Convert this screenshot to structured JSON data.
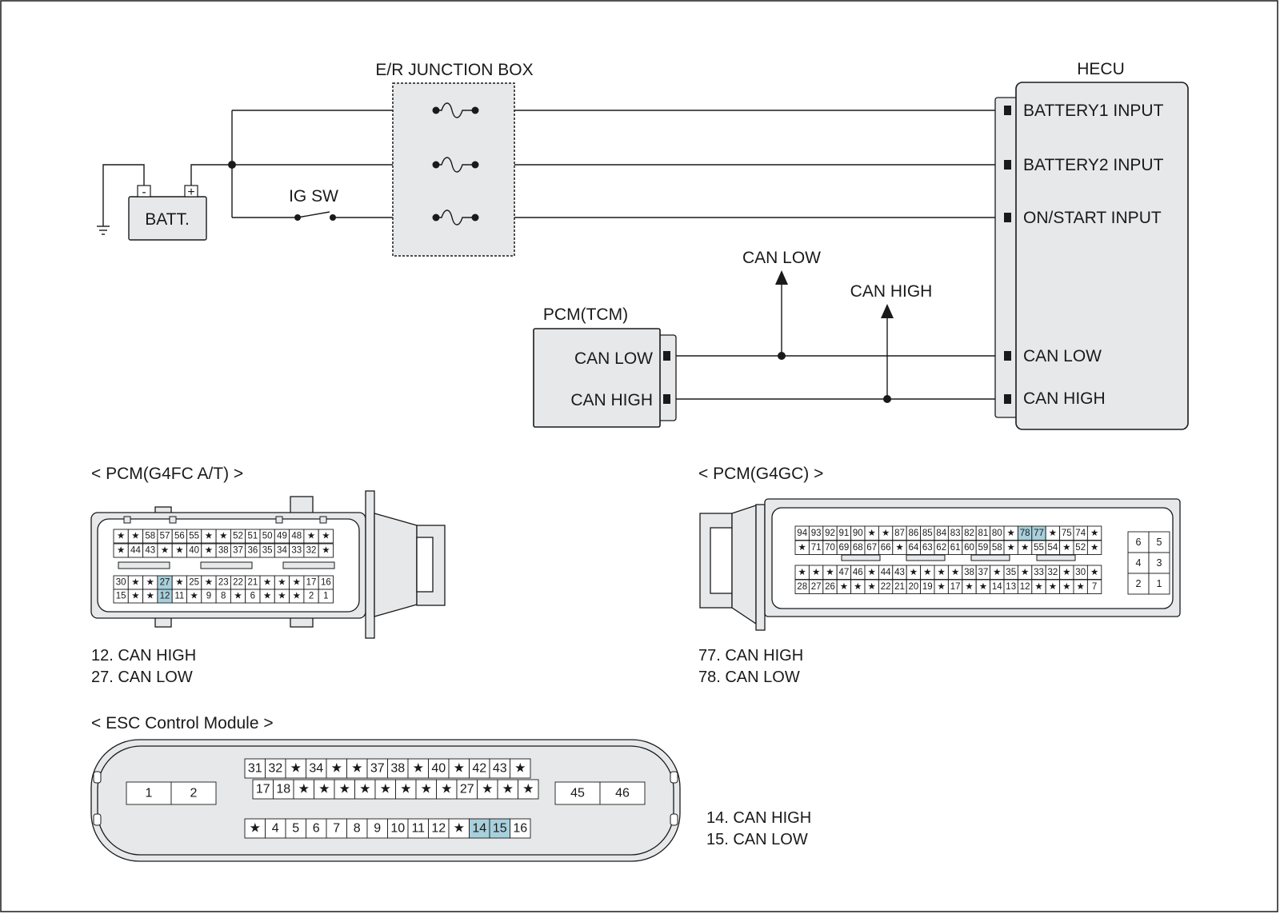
{
  "wiring": {
    "junction_box": "E/R JUNCTION BOX",
    "hecu": "HECU",
    "battery": "BATT.",
    "battery_minus": "-",
    "battery_plus": "+",
    "ig_switch": "IG SW",
    "pcm_tcm": "PCM(TCM)",
    "hecu_inputs": [
      "BATTERY1 INPUT",
      "BATTERY2 INPUT",
      "ON/START INPUT",
      "CAN LOW",
      "CAN HIGH"
    ],
    "pcm_pins": [
      "CAN LOW",
      "CAN HIGH"
    ],
    "branch_labels": [
      "CAN LOW",
      "CAN HIGH"
    ]
  },
  "connectors": {
    "g4fc": {
      "title": "< PCM(G4FC A/T) >",
      "rows": [
        [
          "★",
          "★",
          "58",
          "57",
          "56",
          "55",
          "★",
          "★",
          "52",
          "51",
          "50",
          "49",
          "48",
          "★",
          "★"
        ],
        [
          "★",
          "44",
          "43",
          "★",
          "★",
          "40",
          "★",
          "38",
          "37",
          "36",
          "35",
          "34",
          "33",
          "32",
          "★"
        ],
        [
          "30",
          "★",
          "★",
          "27",
          "★",
          "25",
          "★",
          "23",
          "22",
          "21",
          "★",
          "★",
          "★",
          "17",
          "16"
        ],
        [
          "15",
          "★",
          "★",
          "12",
          "11",
          "★",
          "9",
          "8",
          "★",
          "6",
          "★",
          "★",
          "★",
          "2",
          "1"
        ]
      ],
      "highlight": [
        "27",
        "12"
      ],
      "notes": [
        "12. CAN HIGH",
        "27. CAN LOW"
      ]
    },
    "g4gc": {
      "title": "< PCM(G4GC) >",
      "rows": [
        [
          "94",
          "93",
          "92",
          "91",
          "90",
          "★",
          "★",
          "87",
          "86",
          "85",
          "84",
          "83",
          "82",
          "81",
          "80",
          "★",
          "78",
          "77",
          "★",
          "75",
          "74",
          "★"
        ],
        [
          "★",
          "71",
          "70",
          "69",
          "68",
          "67",
          "66",
          "★",
          "64",
          "63",
          "62",
          "61",
          "60",
          "59",
          "58",
          "★",
          "★",
          "55",
          "54",
          "★",
          "52",
          "★"
        ],
        [
          "★",
          "★",
          "★",
          "47",
          "46",
          "★",
          "44",
          "43",
          "★",
          "★",
          "★",
          "★",
          "38",
          "37",
          "★",
          "35",
          "★",
          "33",
          "32",
          "★",
          "30",
          "★"
        ],
        [
          "28",
          "27",
          "26",
          "★",
          "★",
          "★",
          "22",
          "21",
          "20",
          "19",
          "★",
          "17",
          "★",
          "★",
          "14",
          "13",
          "12",
          "★",
          "★",
          "★",
          "★",
          "7"
        ]
      ],
      "side_block": [
        [
          "6",
          "5"
        ],
        [
          "4",
          "3"
        ],
        [
          "2",
          "1"
        ]
      ],
      "highlight": [
        "78",
        "77"
      ],
      "notes": [
        "77. CAN HIGH",
        "78. CAN LOW"
      ]
    },
    "esc": {
      "title": "< ESC Control Module >",
      "left_block": [
        "1",
        "2"
      ],
      "right_block": [
        "45",
        "46"
      ],
      "rows": [
        [
          "31",
          "32",
          "★",
          "34",
          "★",
          "★",
          "37",
          "38",
          "★",
          "40",
          "★",
          "42",
          "43",
          "★"
        ],
        [
          "17",
          "18",
          "★",
          "★",
          "★",
          "★",
          "★",
          "★",
          "★",
          "★",
          "27",
          "★",
          "★",
          "★"
        ],
        [
          "★",
          "4",
          "5",
          "6",
          "7",
          "8",
          "9",
          "10",
          "11",
          "12",
          "★",
          "14",
          "15",
          "16"
        ]
      ],
      "highlight": [
        "14",
        "15"
      ],
      "notes": [
        "14. CAN HIGH",
        "15. CAN LOW"
      ]
    }
  },
  "colors": {
    "line": "#1a1a1a",
    "fill": "#e6e8ea",
    "highlight": "#a8d0dc"
  }
}
